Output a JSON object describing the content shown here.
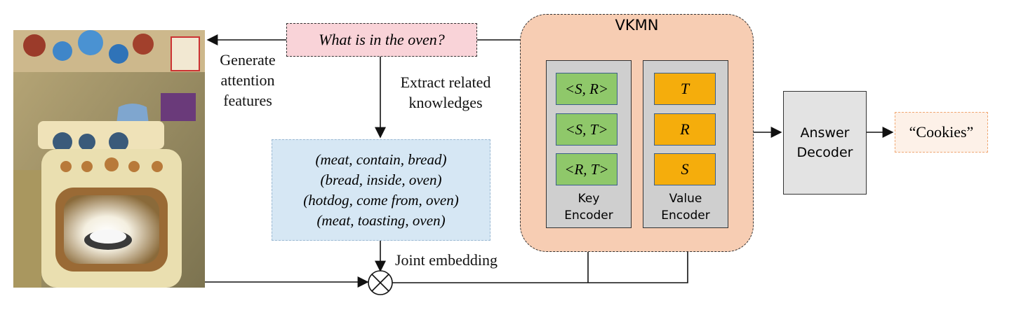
{
  "question": "What is in the oven?",
  "labels": {
    "generate_attention": [
      "Generate",
      "attention",
      "features"
    ],
    "extract_knowledge": [
      "Extract related",
      "knowledges"
    ],
    "joint_embedding": "Joint embedding"
  },
  "triples": [
    "(meat, contain, bread)",
    "(bread, inside, oven)",
    "(hotdog, come from, oven)",
    "(meat, toasting, oven)"
  ],
  "vkmn": {
    "title": "VKMN",
    "key_slots": [
      "<S, R>",
      "<S, T>",
      "<R, T>"
    ],
    "value_slots": [
      "T",
      "R",
      "S"
    ],
    "key_encoder": [
      "Key",
      "Encoder"
    ],
    "value_encoder": [
      "Value",
      "Encoder"
    ]
  },
  "decoder": [
    "Answer",
    "Decoder"
  ],
  "answer": "“Cookies”",
  "colors": {
    "question_fill": "#f9d3d8",
    "triples_fill": "#d6e7f4",
    "vkmn_fill": "#f7cdb3",
    "key_slot_fill": "#8fc86a",
    "value_slot_fill": "#f5ad0c",
    "encoder_fill": "#cfcfcf",
    "decoder_fill": "#e3e3e3",
    "answer_fill": "#fdf1e8"
  }
}
